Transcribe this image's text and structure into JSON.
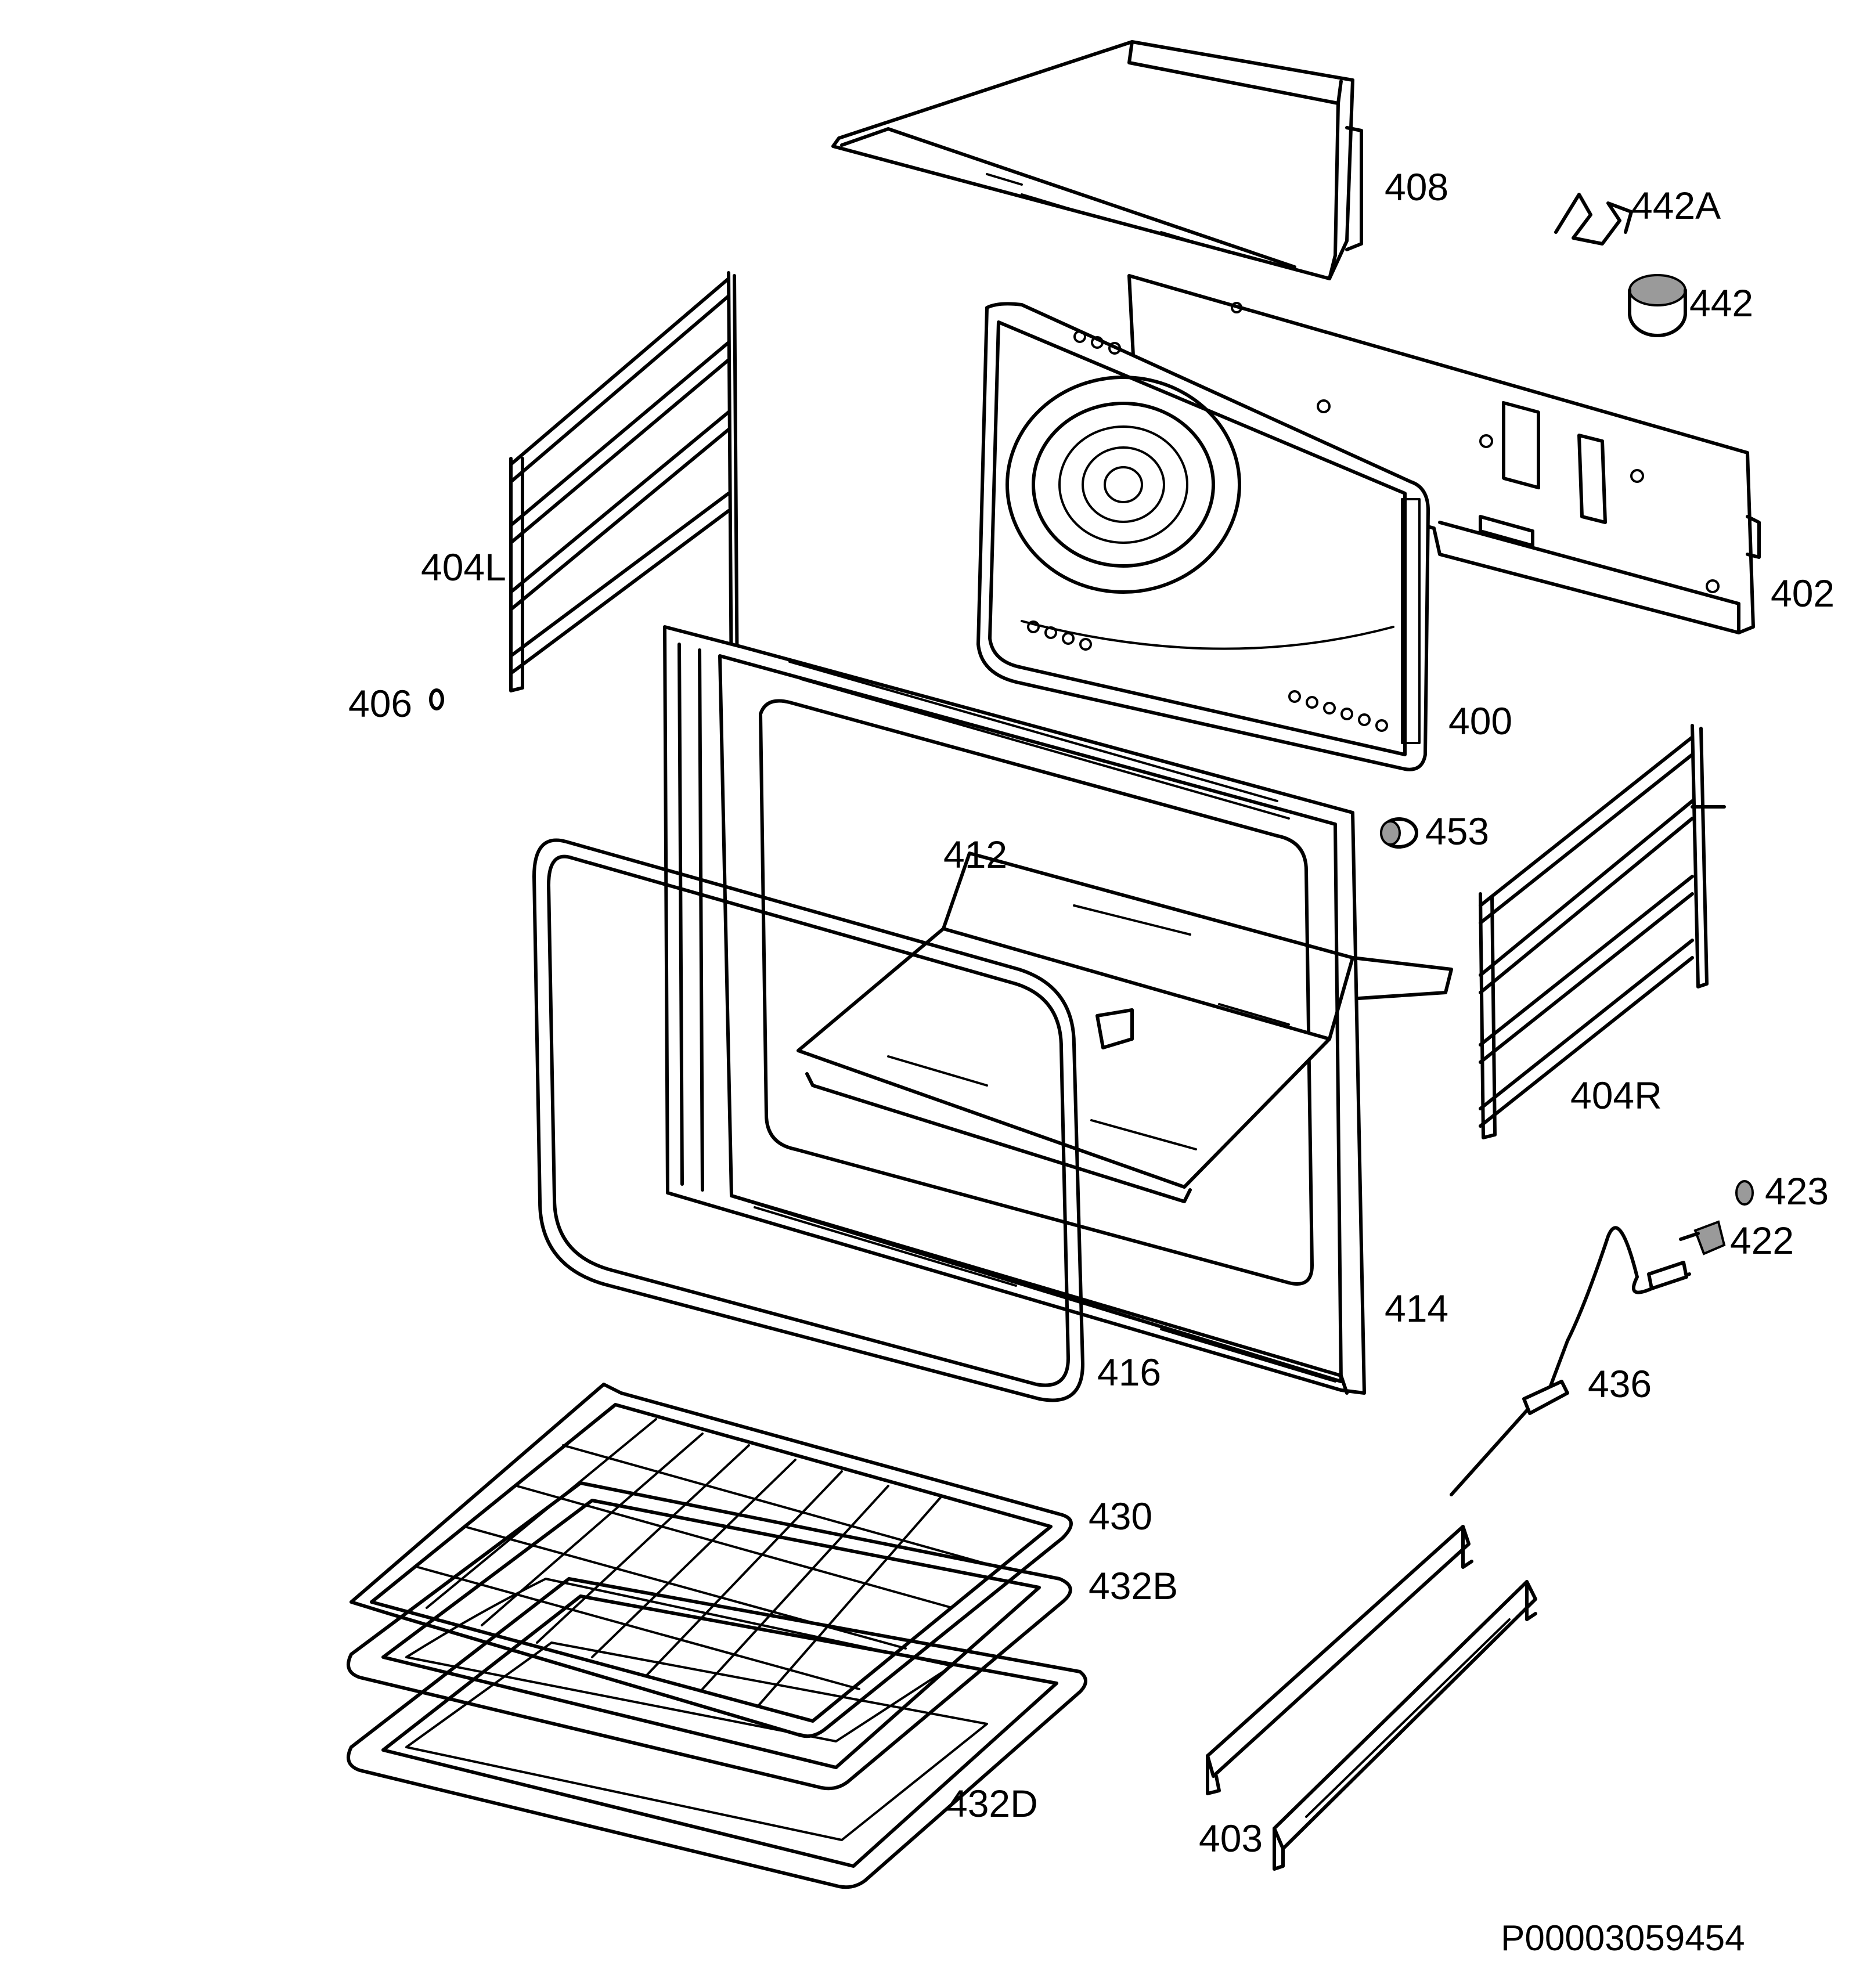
{
  "diagram": {
    "labels": {
      "p408": "408",
      "p442A": "442A",
      "p442": "442",
      "p402": "402",
      "p404L": "404L",
      "p406": "406",
      "p400": "400",
      "p453": "453",
      "p412": "412",
      "p404R": "404R",
      "p423": "423",
      "p422": "422",
      "p414": "414",
      "p416": "416",
      "p436": "436",
      "p430": "430",
      "p432B": "432B",
      "p432D": "432D",
      "p403": "403"
    },
    "drawing_code": "P00003059454"
  }
}
